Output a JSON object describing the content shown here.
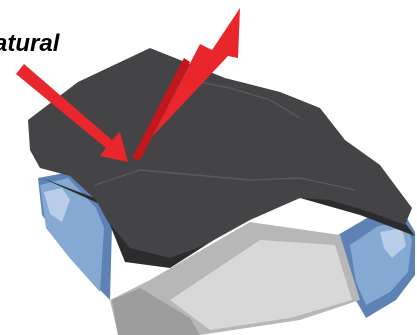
{
  "label": {
    "text": "atural"
  },
  "colors": {
    "slab_top": "#444446",
    "slab_shadow": "#2c2c2e",
    "channel_blue": "#86a9d3",
    "channel_blue_dark": "#5e82b4",
    "channel_blue_light": "#b7cde8",
    "floor_gray": "#b7b7b7",
    "floor_gray_light": "#d8d8d8",
    "arrow_red": "#e8262b",
    "arrow_red_dark": "#c4161c"
  },
  "arrows": [
    {
      "name": "inflow-arrow",
      "direction": "down-right"
    },
    {
      "name": "outflow-arrow",
      "direction": "up-right"
    }
  ]
}
